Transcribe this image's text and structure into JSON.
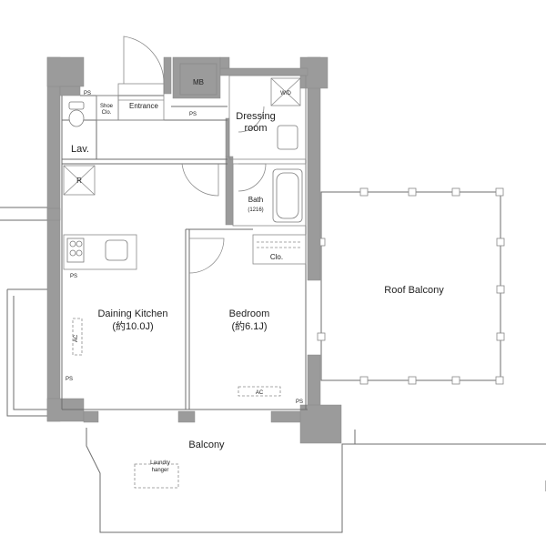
{
  "plan": {
    "rooms": {
      "dining_kitchen": {
        "name": "Daining Kitchen",
        "area": "(約10.0J)"
      },
      "bedroom": {
        "name": "Bedroom",
        "area": "(約6.1J)"
      },
      "dressing": {
        "line1": "Dressing",
        "line2": "room"
      },
      "bath": {
        "name": "Bath",
        "size": "(1216)"
      },
      "entrance": "Entrance",
      "lav": "Lav.",
      "balcony": "Balcony",
      "roof_balcony": "Roof Balcony",
      "laundry": {
        "line1": "Laundry",
        "line2": "hanger"
      }
    },
    "labels": {
      "mb": "MB",
      "wd": "W/D",
      "shoe_clo_1": "Shoe",
      "shoe_clo_2": "Clo.",
      "clo": "Clo.",
      "r": "R",
      "ac_kitchen": "AC",
      "ac_bedroom": "AC",
      "ps_entrance": "PS",
      "ps_hall": "PS",
      "ps_kitchen": "PS",
      "ps_lower_left": "PS",
      "ps_lower_right": "PS"
    }
  }
}
